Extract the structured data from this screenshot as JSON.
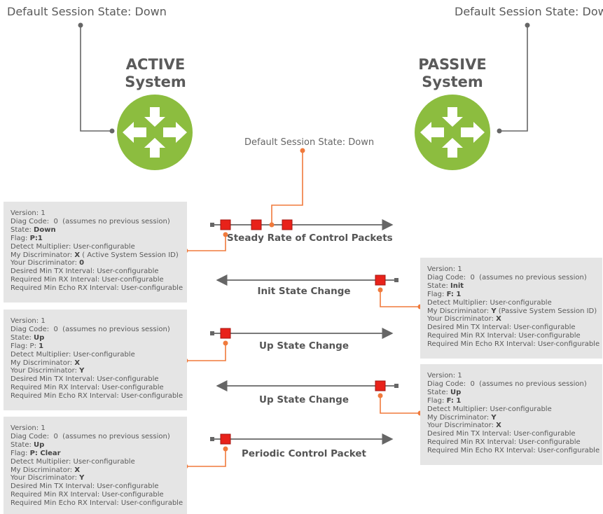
{
  "top": {
    "left_default_state": "Default Session State: Down",
    "right_default_state": "Default Session State: Down",
    "middle_default_state": "Default Session State: Down"
  },
  "systems": {
    "active": {
      "line1": "ACTIVE",
      "line2": "System"
    },
    "passive": {
      "line1": "PASSIVE",
      "line2": "System"
    }
  },
  "colors": {
    "router_green": "#8cbd3f",
    "packet_red": "#e8221a",
    "connector_orange": "#f07a3c",
    "panel_gray": "#e5e5e5",
    "line_gray": "#666666"
  },
  "icons": {
    "router": "router-arrows-icon",
    "packet": "packet-square-icon"
  },
  "exchanges": [
    {
      "label": "Steady Rate of Control Packets",
      "direction": "right"
    },
    {
      "label": "Init State Change",
      "direction": "left"
    },
    {
      "label": "Up State Change",
      "direction": "right"
    },
    {
      "label": "Up State Change",
      "direction": "left"
    },
    {
      "label": "Periodic Control Packet",
      "direction": "right"
    }
  ],
  "panels": [
    {
      "side": "active",
      "lines": [
        {
          "text": "Version: 1"
        },
        {
          "text": "Diag Code:  0  (assumes no previous session)"
        },
        {
          "text": "State: ",
          "bold": "Down"
        },
        {
          "text": "Flag: ",
          "bold": "P:1"
        },
        {
          "text": "Detect Multiplier: User-configurable"
        },
        {
          "text": "My Discriminator: ",
          "bold": "X",
          "after": " ( Active System Session ID)"
        },
        {
          "text": "Your Discriminator: ",
          "bold": "0"
        },
        {
          "text": "Desired Min TX Interval: User-configurable"
        },
        {
          "text": "Required Min RX Interval: User-configurable"
        },
        {
          "text": "Required Min Echo RX Interval: User-configurable"
        }
      ]
    },
    {
      "side": "passive",
      "lines": [
        {
          "text": "Version: 1"
        },
        {
          "text": "Diag Code:  0  (assumes no previous session)"
        },
        {
          "text": "State: ",
          "bold": "Init"
        },
        {
          "text": "Flag: ",
          "bold": "F: 1"
        },
        {
          "text": "Detect Multiplier: User-configurable"
        },
        {
          "text": "My Discriminator: ",
          "bold": "Y",
          "after": " (Passive System Session ID)"
        },
        {
          "text": "Your Discriminator: ",
          "bold": "X"
        },
        {
          "text": "Desired Min TX Interval: User-configurable"
        },
        {
          "text": "Required Min RX Interval: User-configurable"
        },
        {
          "text": "Required Min Echo RX Interval: User-configurable"
        }
      ]
    },
    {
      "side": "active",
      "lines": [
        {
          "text": "Version: 1"
        },
        {
          "text": "Diag Code:  0  (assumes no previous session)"
        },
        {
          "text": "State: ",
          "bold": "Up"
        },
        {
          "text": "Flag: P: ",
          "bold": "1"
        },
        {
          "text": "Detect Multiplier: User-configurable"
        },
        {
          "text": "My Discriminator: ",
          "bold": "X"
        },
        {
          "text": "Your Discriminator: ",
          "bold": "Y"
        },
        {
          "text": "Desired Min TX Interval: User-configurable"
        },
        {
          "text": "Required Min RX Interval: User-configurable"
        },
        {
          "text": "Required Min Echo RX Interval: User-configurable"
        }
      ]
    },
    {
      "side": "passive",
      "lines": [
        {
          "text": "Version: 1"
        },
        {
          "text": "Diag Code:  0  (assumes no previous session)"
        },
        {
          "text": "State: ",
          "bold": "Up"
        },
        {
          "text": "Flag: ",
          "bold": "F: 1"
        },
        {
          "text": "Detect Multiplier: User-configurable"
        },
        {
          "text": "My Discriminator: ",
          "bold": "Y"
        },
        {
          "text": "Your Discriminator: ",
          "bold": "X"
        },
        {
          "text": "Desired Min TX Interval: User-configurable"
        },
        {
          "text": "Required Min RX Interval: User-configurable"
        },
        {
          "text": "Required Min Echo RX Interval: User-configurable"
        }
      ]
    },
    {
      "side": "active",
      "lines": [
        {
          "text": "Version: 1"
        },
        {
          "text": "Diag Code:  0  (assumes no previous session)"
        },
        {
          "text": "State: ",
          "bold": "Up"
        },
        {
          "text": "Flag: ",
          "bold": "P: Clear"
        },
        {
          "text": "Detect Multiplier: User-configurable"
        },
        {
          "text": "My Discriminator: ",
          "bold": "X"
        },
        {
          "text": "Your Discriminator: ",
          "bold": "Y"
        },
        {
          "text": "Desired Min TX Interval: User-configurable"
        },
        {
          "text": "Required Min RX Interval: User-configurable"
        },
        {
          "text": "Required Min Echo RX Interval: User-configurable"
        }
      ]
    }
  ]
}
